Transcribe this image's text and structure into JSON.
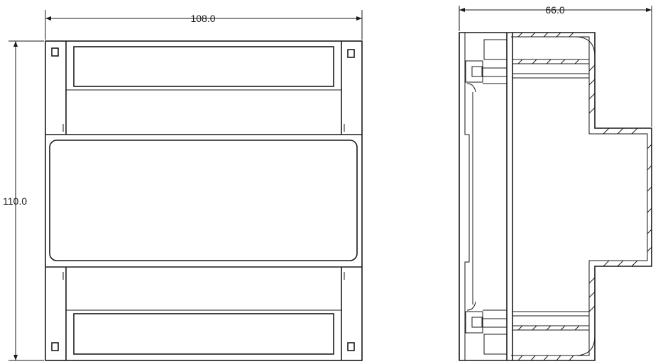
{
  "dimensions": {
    "front_width": "108.0",
    "front_height": "110.0",
    "side_depth": "66.0"
  },
  "colors": {
    "line": "#1a1a1a",
    "background": "#ffffff"
  }
}
